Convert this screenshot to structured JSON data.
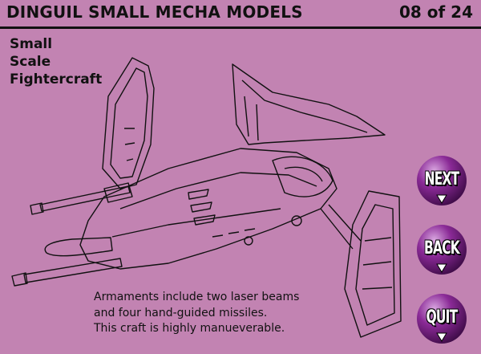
{
  "header": {
    "title": "DINGUIL SMALL MECHA MODELS",
    "page_counter": "08 of 24"
  },
  "subtitle": [
    "Small",
    "Scale",
    "Fightercraft"
  ],
  "description": [
    "Armaments include two laser beams",
    "and four hand-guided missiles.",
    "This craft is highly manueverable."
  ],
  "nav": {
    "next_label": "NEXT",
    "back_label": "BACK",
    "quit_label": "QUIT"
  },
  "colors": {
    "background": "#c283b2",
    "button_purple": "#7a1f86",
    "ink": "#111111"
  }
}
